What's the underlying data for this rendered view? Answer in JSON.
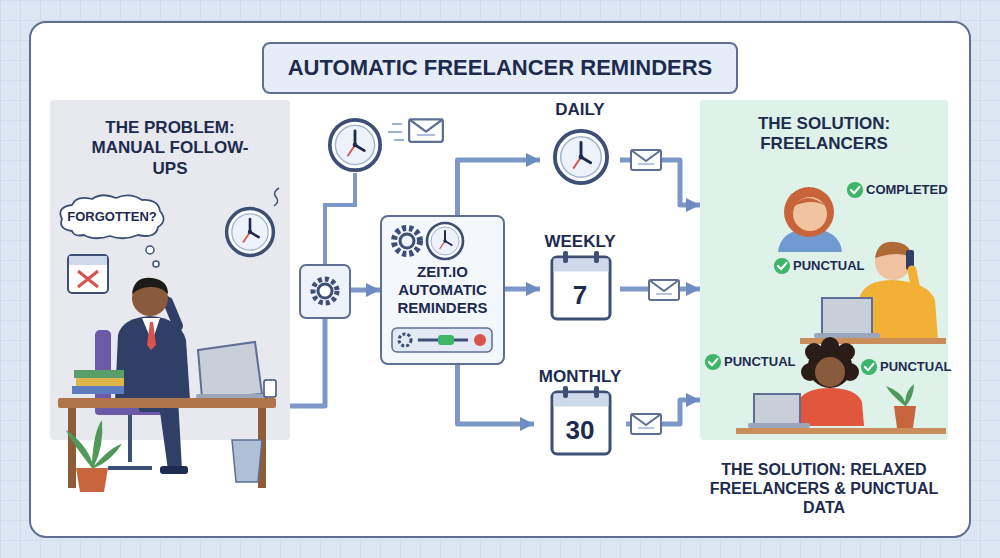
{
  "diagram": {
    "title": "AUTOMATIC FREELANCER REMINDERS",
    "nodes": [
      {
        "text": [
          "THE PROBLEM: MANUAL FOLLOW-UPS"
        ]
      },
      {
        "text": [
          "FORGOTTEN?"
        ],
        "in": 0
      },
      {
        "text": [
          "ZEIT.IO AUTOMATIC REMINDERS"
        ]
      },
      {
        "text": [
          "DAILY"
        ]
      },
      {
        "text": [
          "WEEKLY",
          "7"
        ]
      },
      {
        "text": [
          "MONTHLY",
          "30"
        ]
      },
      {
        "text": [
          "THE SOLUTION: FREELANCERS",
          "THE SOLUTION: RELAXED FREELANCERS & PUNCTUAL DATA"
        ]
      }
    ],
    "edges": [
      {
        "from": 0,
        "to": 2,
        "arrow": "to"
      },
      {
        "from": 2,
        "to": 3,
        "arrow": "to"
      },
      {
        "from": 2,
        "to": 4,
        "arrow": "to"
      },
      {
        "from": 2,
        "to": 5,
        "arrow": "to"
      },
      {
        "from": 3,
        "to": 6,
        "arrow": "to"
      },
      {
        "from": 4,
        "to": 6,
        "arrow": "to"
      },
      {
        "from": 5,
        "to": 6,
        "arrow": "to"
      }
    ],
    "labels": [
      "COMPLETED",
      "PUNCTUAL",
      "PUNCTUAL",
      "PUNCTUAL"
    ]
  }
}
